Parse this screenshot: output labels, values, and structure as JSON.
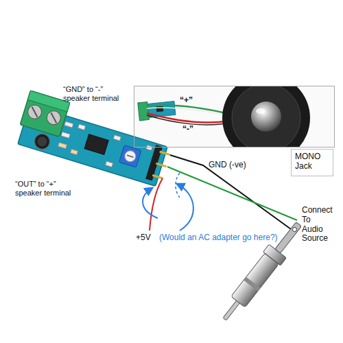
{
  "diagram": {
    "nodes": [
      {
        "text": [
          "“+”",
          "“-”"
        ]
      },
      {
        "text": [
          "MONO Jack"
        ]
      }
    ],
    "labels": [
      "“GND” to “-” speaker terminal",
      "“OUT” to “+” speaker terminal",
      "GND (-ve)",
      "Connect To Audio Source",
      "+5V",
      "(Would an AC adapter go here?)"
    ]
  }
}
